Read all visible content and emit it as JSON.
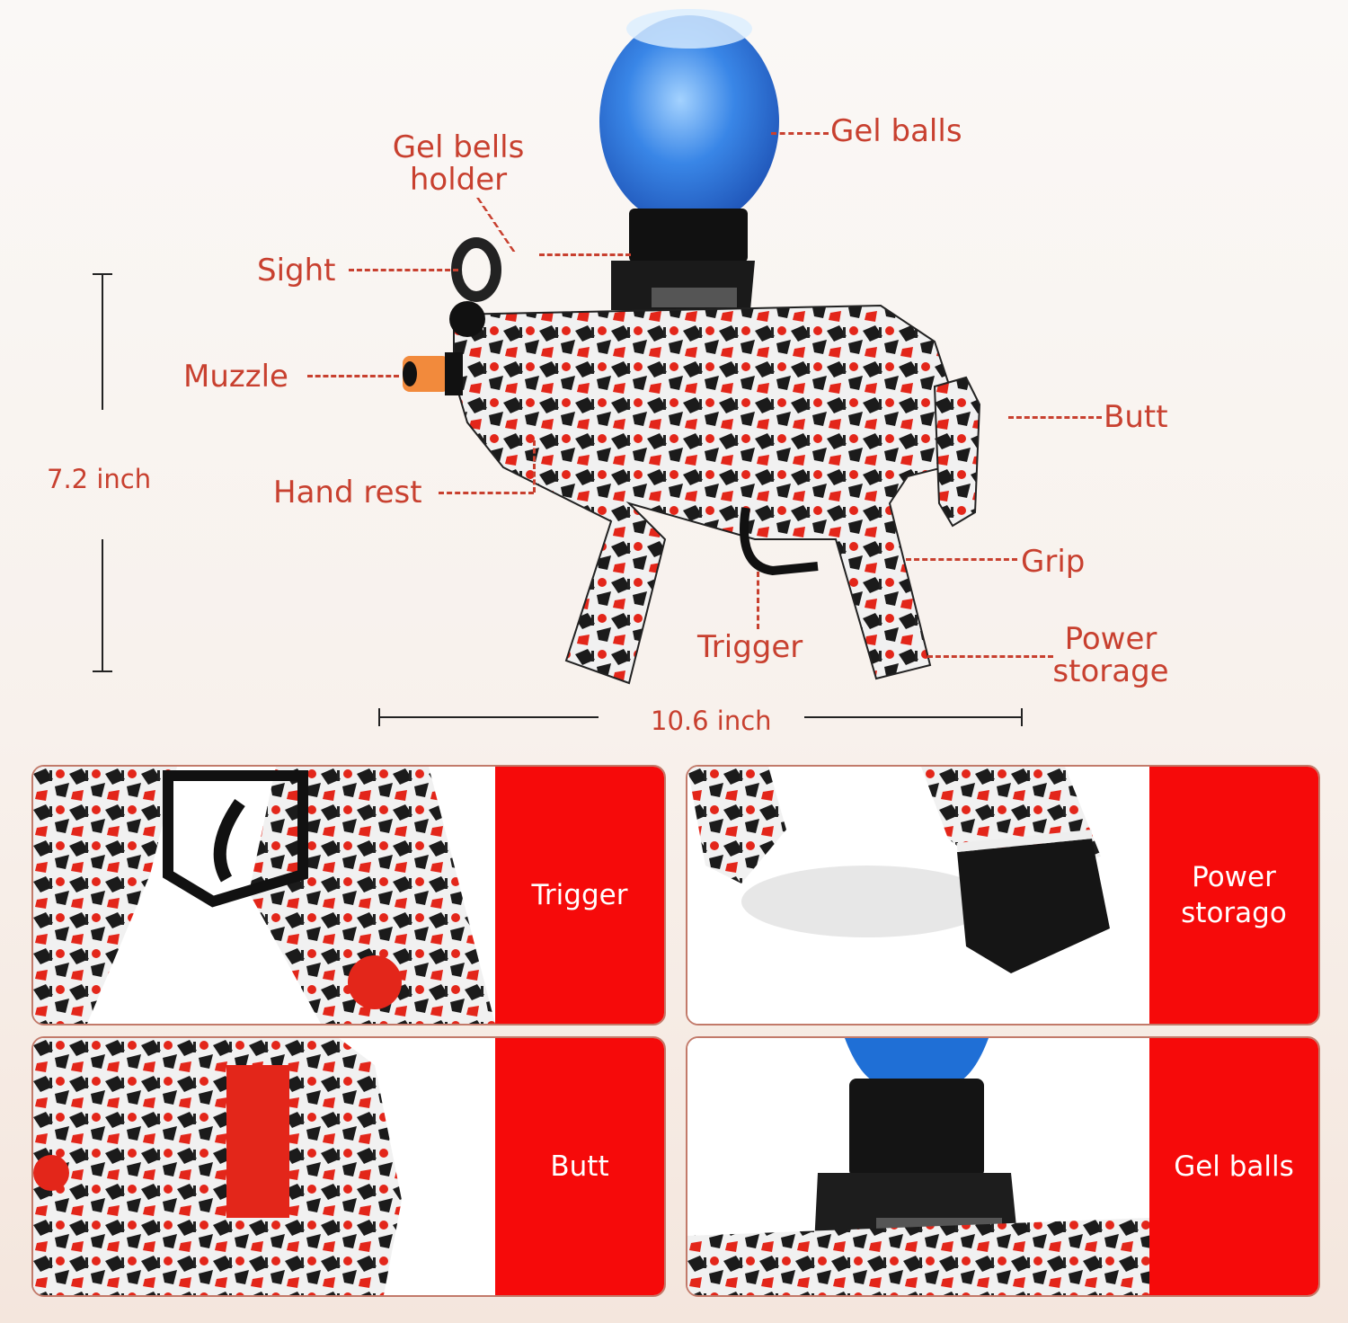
{
  "diagram": {
    "labels": {
      "gel_balls": "Gel balls",
      "gel_holder": "Gel bells\nholder",
      "sight": "Sight",
      "muzzle": "Muzzle",
      "hand_rest": "Hand rest",
      "butt": "Butt",
      "grip": "Grip",
      "trigger": "Trigger",
      "power_storage": "Power\nstorage"
    },
    "dimensions": {
      "height": "7.2 inch",
      "width": "10.6 inch"
    },
    "colors": {
      "label": "#c8402f",
      "accent_panel": "#f60a0a",
      "gel_blue": "#1f6fd6",
      "body_red": "#e02a1a",
      "muzzle_orange": "#f28a3c"
    }
  },
  "cards": [
    {
      "title": "Trigger",
      "image": "trigger-closeup"
    },
    {
      "title": "Power\nstorago",
      "image": "power-storage-closeup"
    },
    {
      "title": "Butt",
      "image": "butt-closeup"
    },
    {
      "title": "Gel balls",
      "image": "gel-balls-closeup"
    }
  ]
}
